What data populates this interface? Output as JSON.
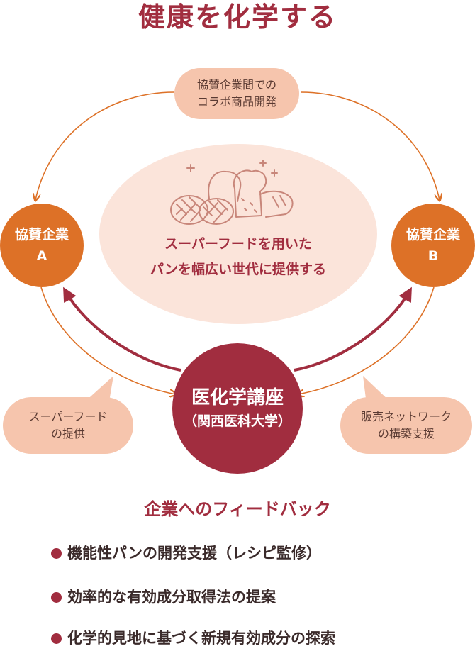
{
  "title": "健康を化学する",
  "collab_bubble": {
    "line1": "協賛企業間での",
    "line2": "コラボ商品開発"
  },
  "sponsor_a": {
    "line1": "協賛企業",
    "line2": "A"
  },
  "sponsor_b": {
    "line1": "協賛企業",
    "line2": "B"
  },
  "center": {
    "line1": "スーパーフードを用いた",
    "line2": "パンを幅広い世代に提供する",
    "icon": "bread-icon"
  },
  "lab": {
    "line1": "医化学講座",
    "line2": "（関西医科大学）"
  },
  "superfood_bubble": {
    "line1": "スーパーフード",
    "line2": "の提供"
  },
  "network_bubble": {
    "line1": "販売ネットワーク",
    "line2": "の構築支援"
  },
  "feedback": {
    "title": "企業へのフィードバック",
    "items": [
      "機能性パンの開発支援（レシピ監修）",
      "効率的な有効成分取得法の提案",
      "化学的見地に基づく新規有効成分の探索"
    ]
  },
  "colors": {
    "crimson": "#a12d3f",
    "orange": "#dd7127",
    "peach": "#f6c5ad",
    "pale": "#fbe4da"
  }
}
